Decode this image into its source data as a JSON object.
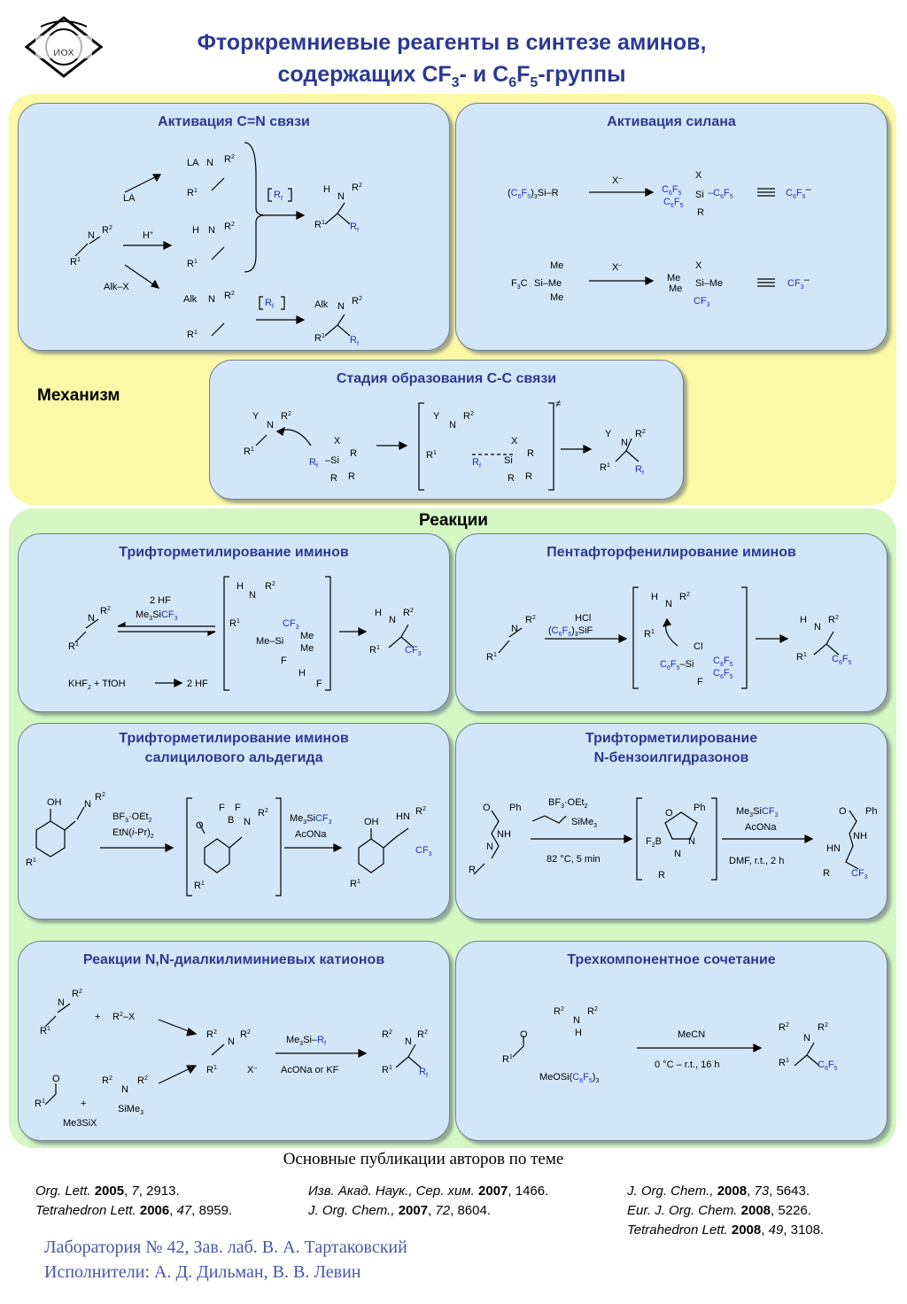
{
  "header": {
    "logo_text": "ИОХ",
    "title_line1": "Фторкремниевые реагенты в синтезе аминов,",
    "title_line2_a": "содержащих CF",
    "title_line2_sub1": "3",
    "title_line2_b": "- и C",
    "title_line2_sub2": "6",
    "title_line2_c": "F",
    "title_line2_sub3": "5",
    "title_line2_d": "-группы"
  },
  "mechanism": {
    "label": "Механизм",
    "panel_activation_cn": "Активация C=N связи",
    "panel_activation_silane": "Активация силана",
    "panel_cc_bond": "Стадия образования C-C связи"
  },
  "reactions": {
    "label": "Реакции",
    "panel1": "Трифторметилирование иминов",
    "panel2": "Пентафторфенилирование иминов",
    "panel3": "Трифторметилирование иминов\nсалицилового альдегида",
    "panel4": "Трифторметилирование\nN-бензоилгидразонов",
    "panel5": "Реакции N,N-диалкилиминиевых катионов",
    "panel6": "Трехкомпонентное сочетание"
  },
  "conditions": {
    "la": "LA",
    "h_plus": "H",
    "alk_x": "Alk–X",
    "x_minus": "X",
    "hf2": "2 HF",
    "tmscf3": "Me3SiCF3",
    "khf2": "KHF2 + TfOH",
    "hcl": "HCl",
    "c6f5_3sif": "(C6F5)3SiF",
    "bf3oet2": "BF3·OEt2",
    "etn": "EtN(i-Pr)2",
    "acona": "AcONa",
    "temp_82": "82 °C, 5 min",
    "dmf": "DMF, r.t., 2 h",
    "tms_rf": "Me3Si–Rf",
    "acona_kf": "AcONa or KF",
    "mecn": "MeCN",
    "temp_rt": "0 °C – r.t., 16 h",
    "meosi": "MeOSi(C6F5)3",
    "me3six": "Me3SiX"
  },
  "publications": {
    "heading": "Основные публикации авторов по теме",
    "col1": [
      "Org. Lett. 2005, 7, 2913.",
      "Tetrahedron Lett. 2006, 47, 8959."
    ],
    "col2": [
      "Изв. Акад. Наук., Сер. хим. 2007, 1466.",
      "J. Org. Chem., 2007, 72, 8604."
    ],
    "col3": [
      "J. Org. Chem., 2008, 73, 5643.",
      "Eur. J. Org. Chem. 2008, 5226.",
      "Tetrahedron Lett. 2008, 49, 3108."
    ]
  },
  "footer": {
    "lab": "Лаборатория № 42, Зав. лаб. В. А. Тартаковский",
    "authors": "Исполнители: А. Д. Дильман, В. В. Левин"
  },
  "colors": {
    "title_blue": "#2b3991",
    "mechanism_bg": "#fbf8a6",
    "reactions_bg": "#d3f8c4",
    "panel_bg": "#d3e6f8",
    "highlight_blue": "#1a2fb5"
  }
}
